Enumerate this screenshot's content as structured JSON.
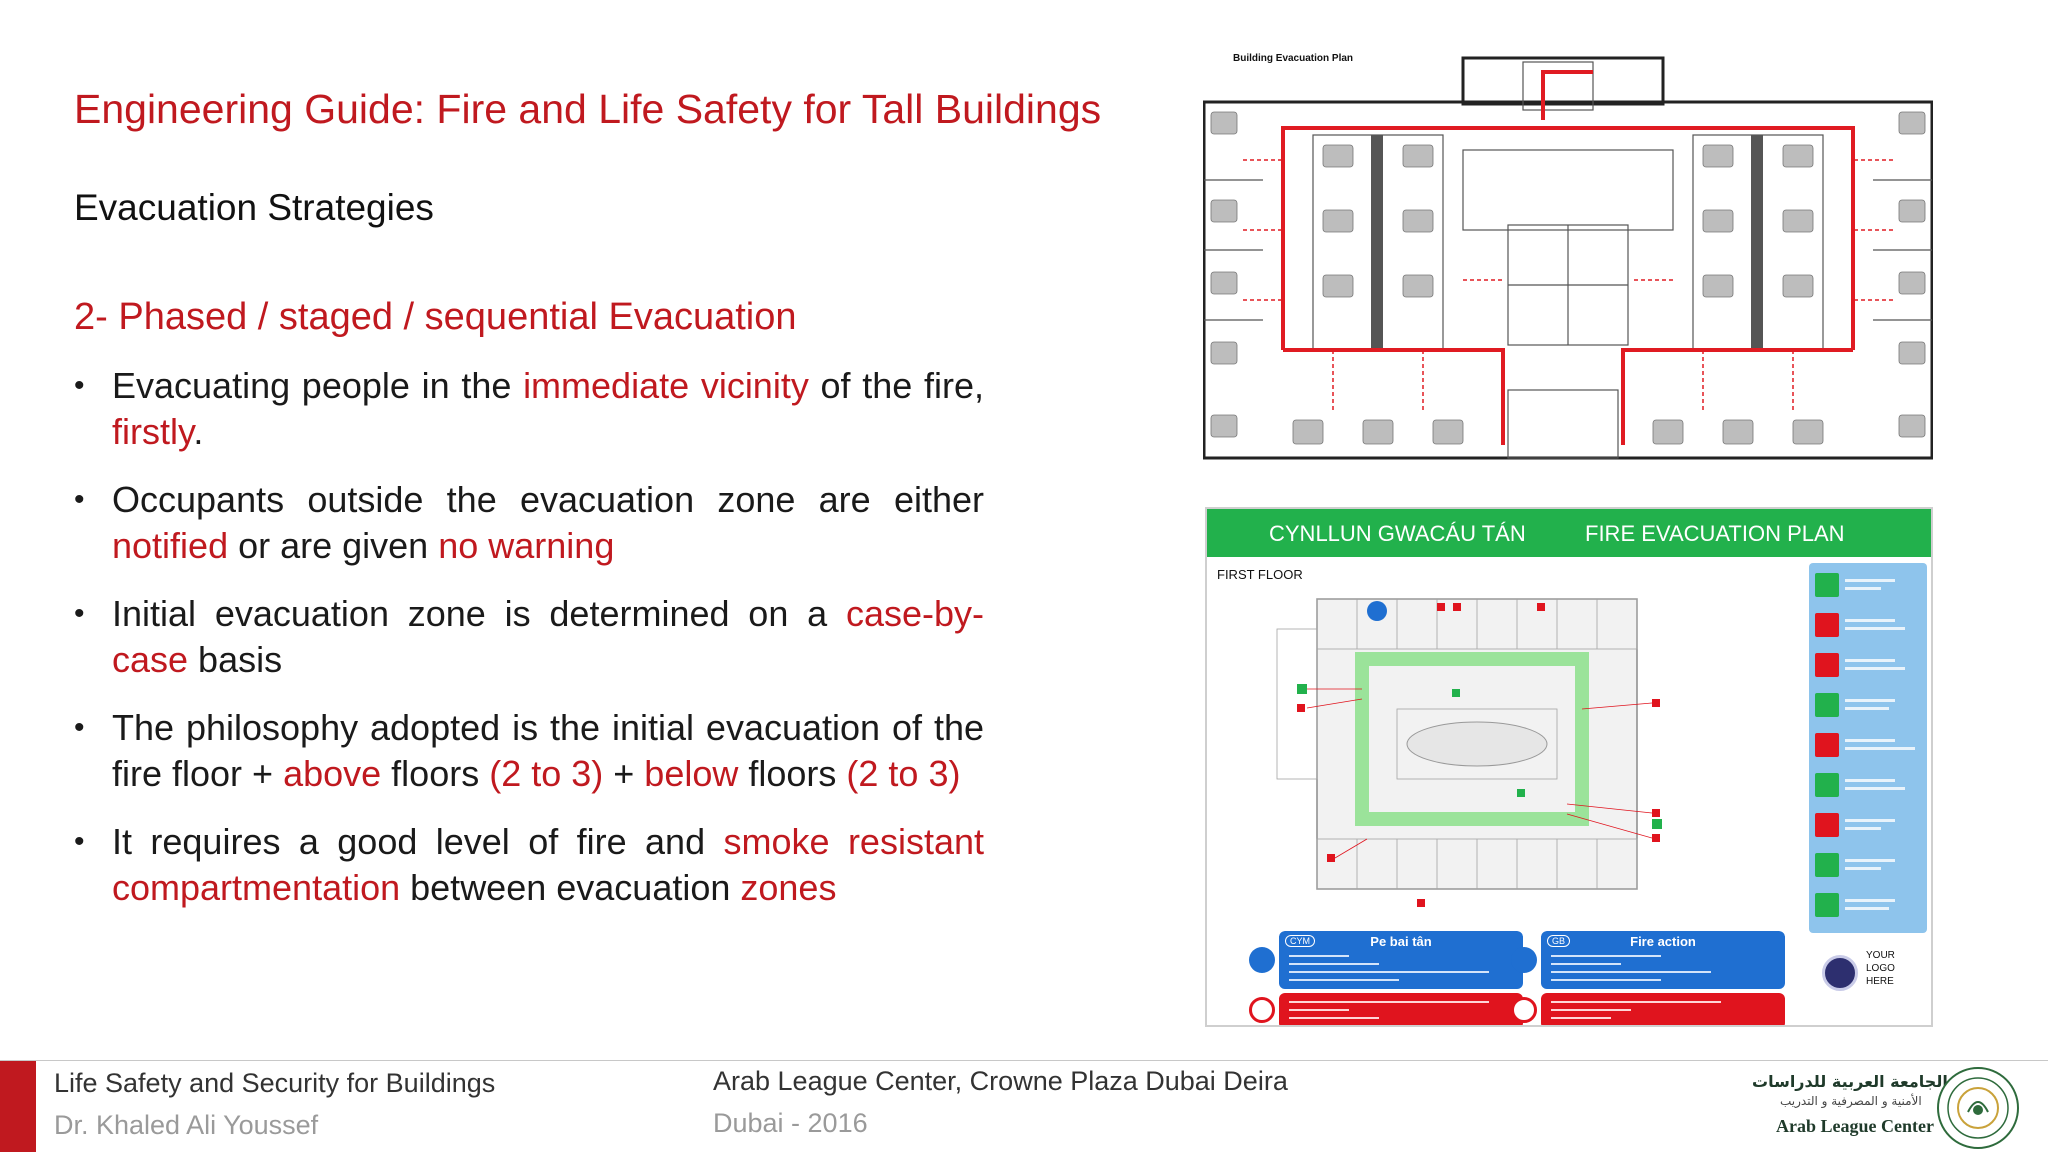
{
  "slide": {
    "title": "Engineering Guide: Fire and Life Safety for Tall Buildings",
    "section": "Evacuation Strategies",
    "subheading": "2- Phased / staged / sequential Evacuation"
  },
  "bullets": [
    {
      "parts": [
        {
          "text": "Evacuating people in the ",
          "red": false
        },
        {
          "text": "immediate vicinity",
          "red": true
        },
        {
          "text": " of the fire, ",
          "red": false
        },
        {
          "text": "firstly",
          "red": true
        },
        {
          "text": ".",
          "red": false
        }
      ]
    },
    {
      "parts": [
        {
          "text": "Occupants outside the evacuation zone are either ",
          "red": false
        },
        {
          "text": "notified",
          "red": true
        },
        {
          "text": " or are given ",
          "red": false
        },
        {
          "text": "no warning",
          "red": true
        }
      ]
    },
    {
      "parts": [
        {
          "text": "Initial evacuation zone is determined on a ",
          "red": false
        },
        {
          "text": "case-by-case",
          "red": true
        },
        {
          "text": " basis",
          "red": false
        }
      ]
    },
    {
      "parts": [
        {
          "text": "The philosophy adopted is the initial evacuation of the fire floor + ",
          "red": false
        },
        {
          "text": "above",
          "red": true
        },
        {
          "text": " floors ",
          "red": false
        },
        {
          "text": "(2 to 3)",
          "red": true
        },
        {
          "text": " + ",
          "red": false
        },
        {
          "text": "below",
          "red": true
        },
        {
          "text": " floors ",
          "red": false
        },
        {
          "text": "(2 to 3)",
          "red": true
        }
      ]
    },
    {
      "parts": [
        {
          "text": "It requires a good level of fire and ",
          "red": false
        },
        {
          "text": "smoke resistant compartmentation",
          "red": true
        },
        {
          "text": " between evacuation ",
          "red": false
        },
        {
          "text": "zones",
          "red": true
        }
      ]
    }
  ],
  "images": {
    "plan_title": "Building Evacuation Plan",
    "sign": {
      "header_left": "CYNLLUN GWACÁU TÁN",
      "header_right": "FIRE EVACUATION PLAN",
      "floor": "FIRST FLOOR",
      "card_left": {
        "badge": "CYM",
        "title": "Pe bai tân"
      },
      "card_right": {
        "badge": "GB",
        "title": "Fire action"
      },
      "logo": "YOUR LOGO HERE"
    }
  },
  "footer": {
    "course": "Life Safety and Security for Buildings",
    "author": "Dr. Khaled Ali Youssef",
    "venue": "Arab League Center, Crowne Plaza Dubai Deira",
    "date": "Dubai - 2016",
    "org_arabic": "مركز الجامعة العربية للدراسات",
    "org_arabic_sub": "الأمنية و المصرفية و التدريب",
    "org_english": "Arab League Center"
  },
  "colors": {
    "accent_red": "#c0191f",
    "sign_green": "#22b14c",
    "card_blue": "#1f6fd1",
    "card_red": "#e0141e"
  }
}
